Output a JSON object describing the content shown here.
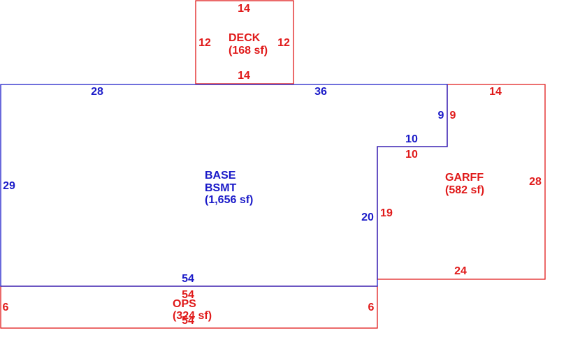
{
  "colors": {
    "base": "#1a1ac8",
    "addition": "#e01a1a",
    "background": "#ffffff"
  },
  "deck": {
    "name": "DECK",
    "area": "(168 sf)",
    "dims": {
      "top": "14",
      "bottom": "14",
      "left": "12",
      "right": "12"
    }
  },
  "base": {
    "line1": "BASE",
    "line2": "BSMT",
    "area": "(1,656 sf)",
    "dims": {
      "top_left": "28",
      "top_right": "36",
      "left": "29",
      "bottom": "54",
      "notch_vertical": "9",
      "notch_horizontal": "10",
      "inner_right": "20"
    }
  },
  "garage": {
    "name": "GARFF",
    "area": "(582 sf)",
    "dims": {
      "top": "14",
      "notch_vertical": "9",
      "notch_horizontal": "10",
      "left": "19",
      "right": "28",
      "bottom": "24"
    }
  },
  "ops": {
    "name": "OPS",
    "area": "(324 sf)",
    "dims": {
      "top": "54",
      "bottom": "54",
      "left": "6",
      "right": "6"
    }
  }
}
